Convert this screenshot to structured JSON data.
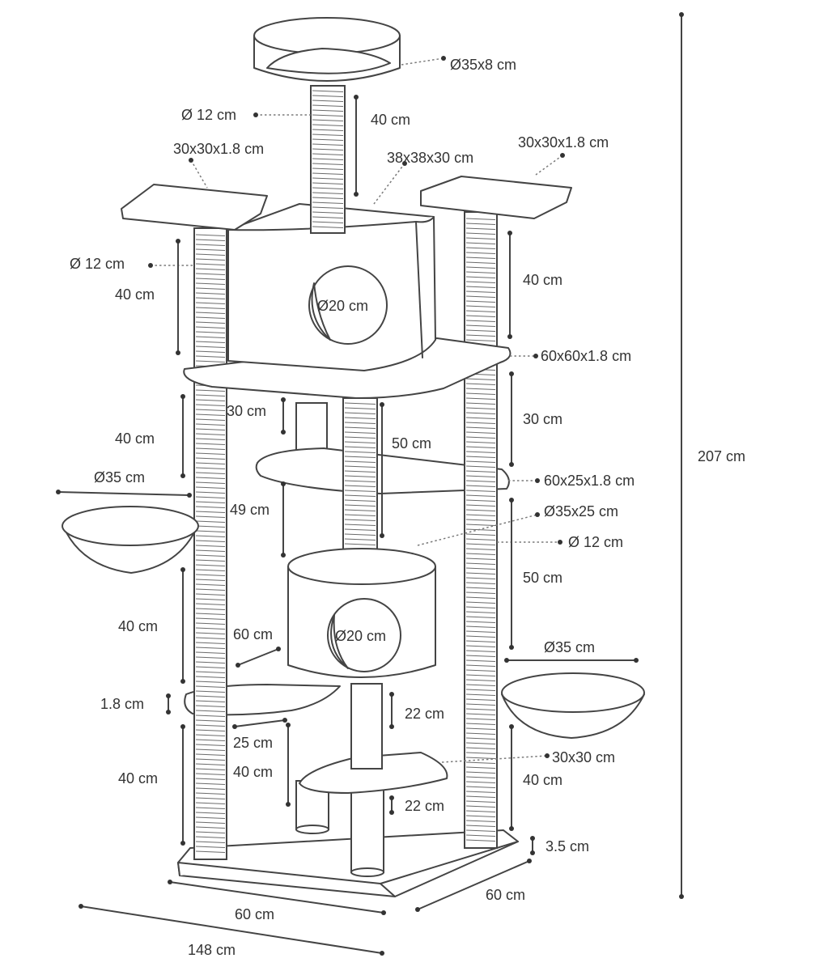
{
  "labels": {
    "top_bed": "Ø35x8 cm",
    "top_post_dia": "Ø 12 cm",
    "top_post_h": "40 cm",
    "left_platform": "30x30x1.8 cm",
    "condo_top": "38x38x30 cm",
    "right_platform": "30x30x1.8 cm",
    "left_post_dia": "Ø 12 cm",
    "left_post_h1": "40 cm",
    "right_post_h1": "40 cm",
    "condo_hole": "Ø20 cm",
    "main_platform": "60x60x1.8 cm",
    "mid_30": "30 cm",
    "right_30": "30 cm",
    "center_50": "50 cm",
    "left_post_h2": "40 cm",
    "left_bowl": "Ø35 cm",
    "mid_platform": "60x25x1.8 cm",
    "mid_49": "49 cm",
    "drum": "Ø35x25 cm",
    "right_post_dia": "Ø 12 cm",
    "right_50": "50 cm",
    "left_post_h3": "40 cm",
    "mid_60": "60 cm",
    "drum_hole": "Ø20 cm",
    "right_bowl": "Ø35 cm",
    "thick_18": "1.8 cm",
    "gap_22a": "22 cm",
    "low_25": "25 cm",
    "small_platform": "30x30 cm",
    "low_40": "40 cm",
    "left_post_h4": "40 cm",
    "right_post_h2": "40 cm",
    "gap_22b": "22 cm",
    "base_thick": "3.5 cm",
    "base_front": "60 cm",
    "base_side": "60 cm",
    "overall_width": "148 cm",
    "overall_height": "207 cm"
  }
}
